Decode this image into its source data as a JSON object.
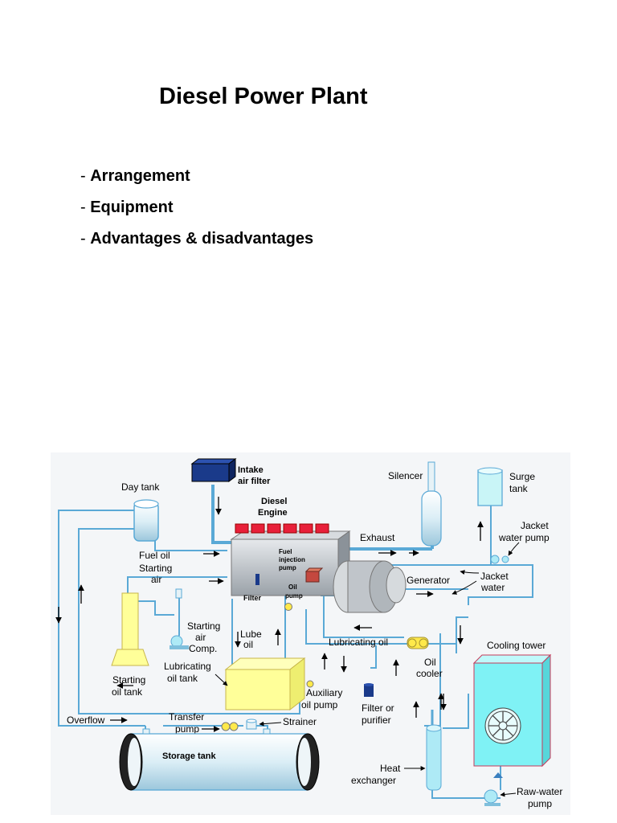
{
  "title": "Diesel Power Plant",
  "bullets": [
    {
      "dash": "- ",
      "text": "Arrangement"
    },
    {
      "dash": "- ",
      "text": "Equipment"
    },
    {
      "dash": "- ",
      "text": "Advantages & disadvantages"
    }
  ],
  "diagram": {
    "labels": {
      "intake_air_filter_1": "Intake",
      "intake_air_filter_2": "air filter",
      "day_tank": "Day tank",
      "diesel_engine_1": "Diesel",
      "diesel_engine_2": "Engine",
      "silencer": "Silencer",
      "surge_tank_1": "Surge",
      "surge_tank_2": "tank",
      "jacket_water_pump_1": "Jacket",
      "jacket_water_pump_2": "water pump",
      "exhaust": "Exhaust",
      "fuel_oil": "Fuel oil",
      "starting_air_1": "Starting",
      "starting_air_2": "air",
      "fuel_injection_pump_1": "Fuel",
      "fuel_injection_pump_2": "injection",
      "fuel_injection_pump_3": "pump",
      "generator": "Generator",
      "jacket_water_1": "Jacket",
      "jacket_water_2": "water",
      "filter": "Filter",
      "oil_pump_1": "Oil",
      "oil_pump_2": "pump",
      "starting_air_comp_1": "Starting",
      "starting_air_comp_2": "air",
      "starting_air_comp_3": "Comp.",
      "lube_oil_1": "Lube",
      "lube_oil_2": "oil",
      "lubricating_oil": "Lubricating oil",
      "cooling_tower": "Cooling tower",
      "starting_oil_tank_1": "Starting",
      "starting_oil_tank_2": "oil tank",
      "lubricating_oil_tank_1": "Lubricating",
      "lubricating_oil_tank_2": "oil tank",
      "oil_cooler_1": "Oil",
      "oil_cooler_2": "cooler",
      "auxiliary_oil_pump_1": "Auxiliary",
      "auxiliary_oil_pump_2": "oil pump",
      "filter_or_purifier_1": "Filter or",
      "filter_or_purifier_2": "purifier",
      "overflow": "Overflow",
      "transfer_pump_1": "Transfer",
      "transfer_pump_2": "pump",
      "strainer": "Strainer",
      "storage_tank": "Storage tank",
      "heat_exchanger_1": "Heat",
      "heat_exchanger_2": "exchanger",
      "raw_water_pump_1": "Raw-water",
      "raw_water_pump_2": "pump"
    },
    "colors": {
      "pipe": "#5aa9d6",
      "tank_fill": "#e8f3f8",
      "engine_fill": "#c9ced3",
      "cylinder_red": "#e8203a",
      "intake_filter": "#1a3a8a",
      "lube_tank": "#ffff99",
      "cooling_tower": "#7ff2f5",
      "storage_tank": "#eef5f8",
      "heat_exchanger": "#aeeaf6"
    }
  }
}
